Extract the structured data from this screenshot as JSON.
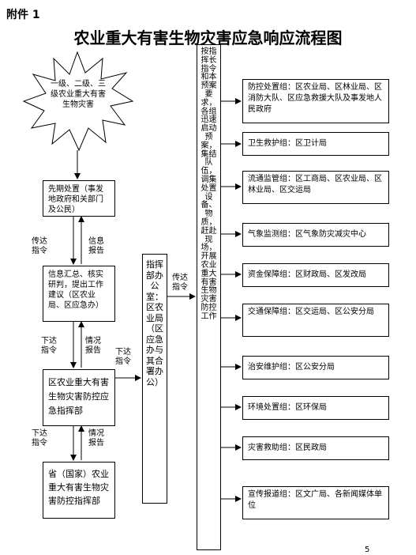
{
  "header": {
    "appendix": "附件 1",
    "title": "农业重大有害生物灾害应急响应流程图"
  },
  "starburst": {
    "text": "一级、二级、三级农业重大有害生物灾害"
  },
  "left_boxes": [
    {
      "text": "先期处置（事发地政府和关部门及公民）"
    },
    {
      "text": "信息汇总、核实研判，提出工作建议（区农业局、区应急办）"
    },
    {
      "text": "区农业重大有害生物灾害防控应急指挥部"
    },
    {
      "text": "省（国家）农业重大有害生物灾害防控指挥部"
    }
  ],
  "arrow_labels": {
    "transmit_1": "传达指令",
    "info_report": "信息报告",
    "issue_1": "下达指令",
    "situation_1": "情况报告",
    "issue_2": "下达指令",
    "issue_3": "下达指令",
    "situation_2": "情况报告",
    "transmit_2": "传达指令"
  },
  "command_office": "指挥部办公室：区农业局（区应急办与其合署办公）",
  "central_column": "按指挥长指令和本预案要求，各组迅速启动预案，集结队伍，调集处置设备、物质，赶赴现场，开展农业重大有害生物灾害防控工作",
  "groups": [
    {
      "text": "防控处置组：区农业局、区林业局、区消防大队、区应急救援大队及事发地人民政府"
    },
    {
      "text": "卫生救护组：区卫计局"
    },
    {
      "text": "流通监管组：区工商局、区农业局、区林业局、区交运局"
    },
    {
      "text": "气象监测组：区气象防灾减灾中心"
    },
    {
      "text": "资金保障组：区财政局、区发改局"
    },
    {
      "text": "交通保障组：区交运局、区公安分局"
    },
    {
      "text": "治安维护组：区公安分局"
    },
    {
      "text": "环境处置组：区环保局"
    },
    {
      "text": "灾害救助组：区民政局"
    },
    {
      "text": "宣传报道组：区文广局、各新闻媒体单位"
    }
  ],
  "page_number": "5"
}
